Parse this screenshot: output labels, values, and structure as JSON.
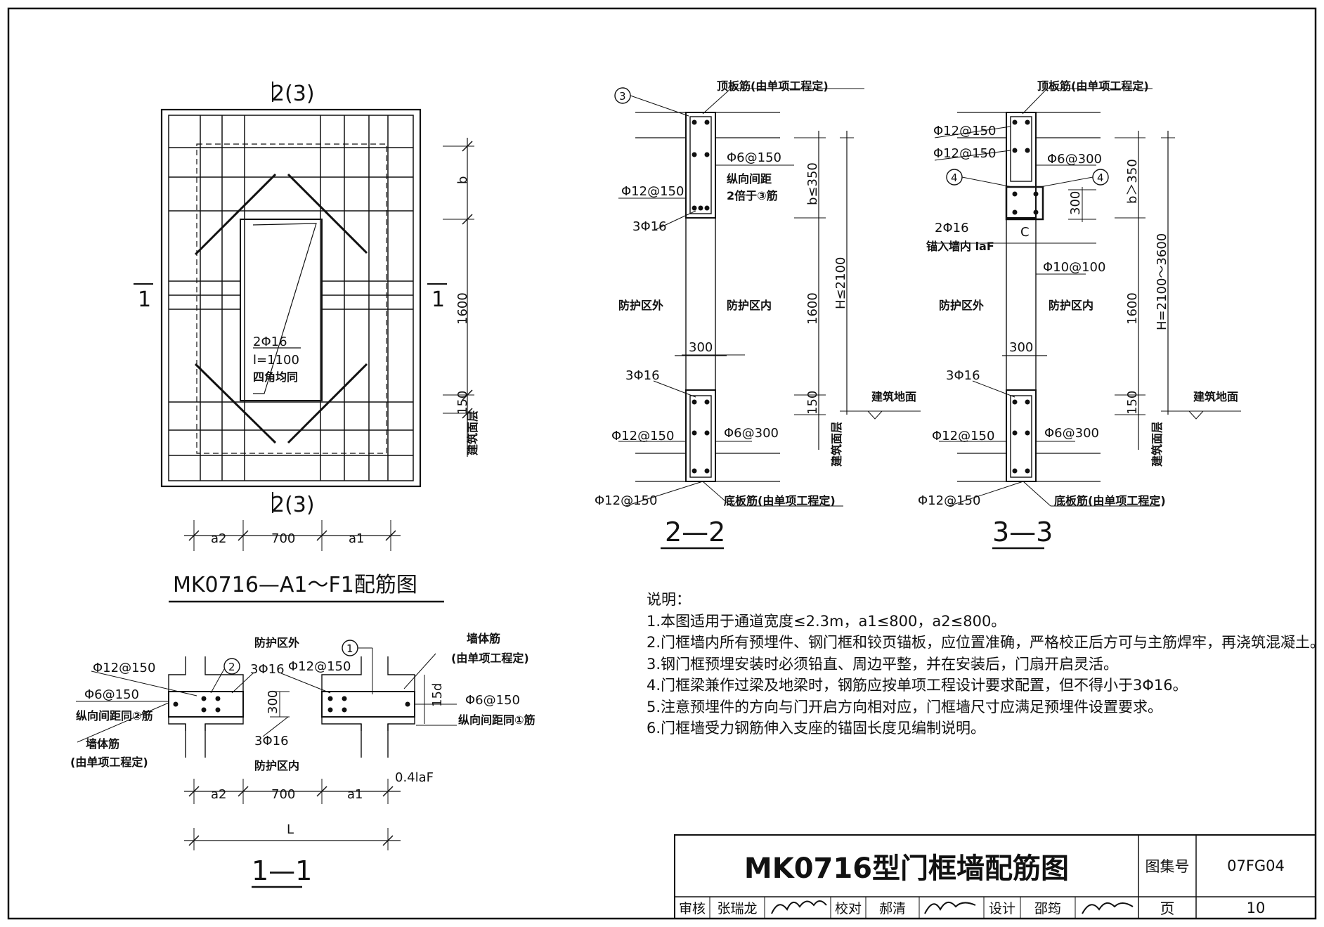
{
  "elevation": {
    "title": "MK0716—A1～F1配筋图",
    "section_top": "2(3)",
    "section_bottom": "2(3)",
    "section_left": "1",
    "section_right": "1",
    "rebar_note": [
      "2Φ16",
      "l=1100",
      "四角均同"
    ],
    "dim_right": [
      "b",
      "1600",
      "150"
    ],
    "floor_label": "建筑面层",
    "dim_bottom": [
      "a2",
      "700",
      "a1"
    ]
  },
  "section_22": {
    "title": "2—2",
    "top_slab": "顶板筋(由单项工程定)",
    "bottom_slab": "底板筋(由单项工程定)",
    "marker": "3",
    "labels": {
      "phi6_150": "Φ6@150",
      "note1": "纵向间距",
      "note2": "2倍于③筋",
      "phi12_150_a": "Φ12@150",
      "top_3phi16": "3Φ16",
      "outside": "防护区外",
      "inside": "防护区内",
      "w300": "300",
      "bot_3phi16": "3Φ16",
      "phi12_150_b": "Φ12@150",
      "phi6_300": "Φ6@300",
      "phi12_150_c": "Φ12@150",
      "dim_b": "b≤350",
      "dim_1600": "1600",
      "dim_150": "150",
      "dim_H": "H≤2100",
      "ground": "建筑地面",
      "floor": "建筑面层"
    }
  },
  "section_33": {
    "title": "3—3",
    "top_slab": "顶板筋(由单项工程定)",
    "bottom_slab": "底板筋(由单项工程定)",
    "marker": "4",
    "labels": {
      "phi12_150_a": "Φ12@150",
      "phi12_150_b": "Φ12@150",
      "phi6_300_top": "Φ6@300",
      "h300": "300",
      "phi16": "2Φ16",
      "anchor": "锚入墙内 laF",
      "c": "C",
      "phi10": "Φ10@100",
      "outside": "防护区外",
      "inside": "防护区内",
      "w300": "300",
      "bot_3phi16": "3Φ16",
      "phi12_150_c": "Φ12@150",
      "phi6_300": "Φ6@300",
      "phi12_150_d": "Φ12@150",
      "dim_b": "b＞350",
      "dim_1600": "1600",
      "dim_150": "150",
      "dim_H": "H=2100～3600",
      "ground": "建筑地面",
      "floor": "建筑面层"
    }
  },
  "section_11": {
    "title": "1—1",
    "labels": {
      "outside": "防护区外",
      "inside": "防护区内",
      "phi12_150": "Φ12@150",
      "marker2": "2",
      "top_3phi16": "3Φ16",
      "phi12_150_b": "Φ12@150",
      "marker1": "1",
      "wall": "墙体筋",
      "wall_note": "(由单项工程定)",
      "phi6_150_l": "Φ6@150",
      "note_l": "纵向间距同②筋",
      "h300": "300",
      "d15": "15d",
      "phi6_150_r": "Φ6@150",
      "note_r": "纵向间距同①筋",
      "wall_l": "墙体筋",
      "wall_note_l": "(由单项工程定)",
      "bot_3phi16": "3Φ16",
      "laf": "0.4laF",
      "dims": [
        "a2",
        "700",
        "a1"
      ],
      "L": "L"
    }
  },
  "notes": {
    "heading": "说明：",
    "items": [
      "1.本图适用于通道宽度≤2.3m，a1≤800，a2≤800。",
      "2.门框墙内所有预埋件、钢门框和铰页锚板，应位置准确，严格校正后方可与主筋焊牢，再浇筑混凝土。",
      "3.钢门框预埋安装时必须铅直、周边平整，并在安装后，门扇开启灵活。",
      "4.门框梁兼作过梁及地梁时，钢筋应按单项工程设计要求配置，但不得小于3Φ16。",
      "5.注意预埋件的方向与门开启方向相对应，门框墙尺寸应满足预埋件设置要求。",
      "6.门框墙受力钢筋伸入支座的锚固长度见编制说明。"
    ]
  },
  "title_block": {
    "title": "MK0716型门框墙配筋图",
    "atlas_label": "图集号",
    "atlas_no": "07FG04",
    "page_label": "页",
    "page_no": "10",
    "review_label": "审核",
    "reviewer": "张瑞龙",
    "check_label": "校对",
    "checker": "郝清",
    "design_label": "设计",
    "designer": "邵筠"
  }
}
